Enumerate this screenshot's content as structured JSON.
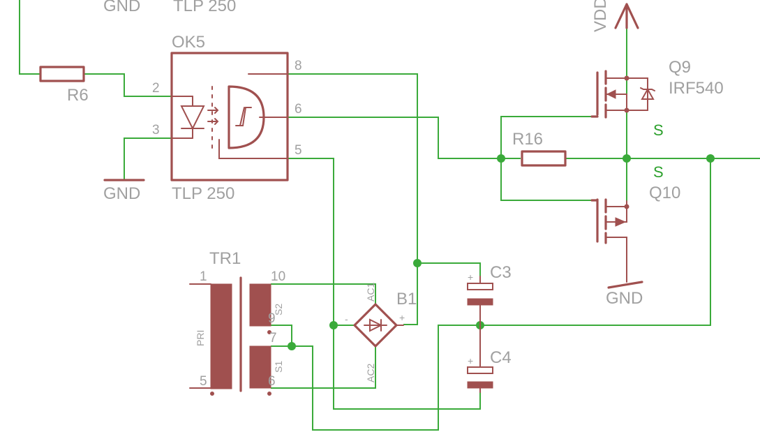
{
  "colors": {
    "wire": "#3aaa3a",
    "symbol": "#a0504f",
    "label": "#a0a0a0",
    "net_label": "#2ca02c",
    "background": "#ffffff"
  },
  "labels": {
    "top_gnd": "GND",
    "top_tlp": "TLP 250",
    "vdd": "VDD",
    "r6": "R6",
    "ok5": "OK5",
    "gnd_left": "GND",
    "tlp_bottom": "TLP 250",
    "q9_name": "Q9",
    "q9_part": "IRF540",
    "net_s_upper": "S",
    "net_s_lower": "S",
    "r16": "R16",
    "q10": "Q10",
    "gnd_right": "GND",
    "tr1": "TR1",
    "pri": "PRI",
    "s2": "S2",
    "s1": "S1",
    "b1": "B1",
    "ac1": "AC1",
    "ac2": "AC2",
    "bridge_minus": "-",
    "bridge_plus": "+",
    "c3": "C3",
    "c4": "C4",
    "c3_plus": "+",
    "c4_plus": "+"
  },
  "pins": {
    "ok5_pin8": "8",
    "ok5_pin2": "2",
    "ok5_pin6": "6",
    "ok5_pin3": "3",
    "ok5_pin5": "5",
    "tr1_pin1": "1",
    "tr1_pin10": "10",
    "tr1_pin9": "9",
    "tr1_pin7": "7",
    "tr1_pin5": "5",
    "tr1_pin6": "6"
  }
}
